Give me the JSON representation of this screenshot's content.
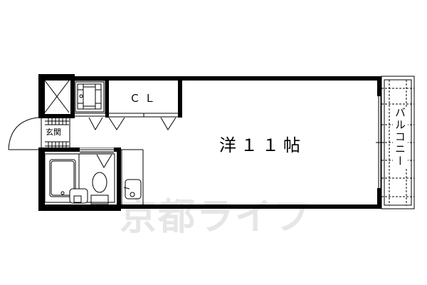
{
  "floorplan": {
    "main_room": {
      "label": "洋１１帖"
    },
    "closet": {
      "label": "ＣＬ"
    },
    "entrance": {
      "label": "玄関"
    },
    "balcony": {
      "label": "バルコニー"
    },
    "watermark": {
      "label": "京都ライフ"
    }
  },
  "colors": {
    "wall": "#000000",
    "background": "#ffffff",
    "watermark": "#e6e6e6"
  }
}
